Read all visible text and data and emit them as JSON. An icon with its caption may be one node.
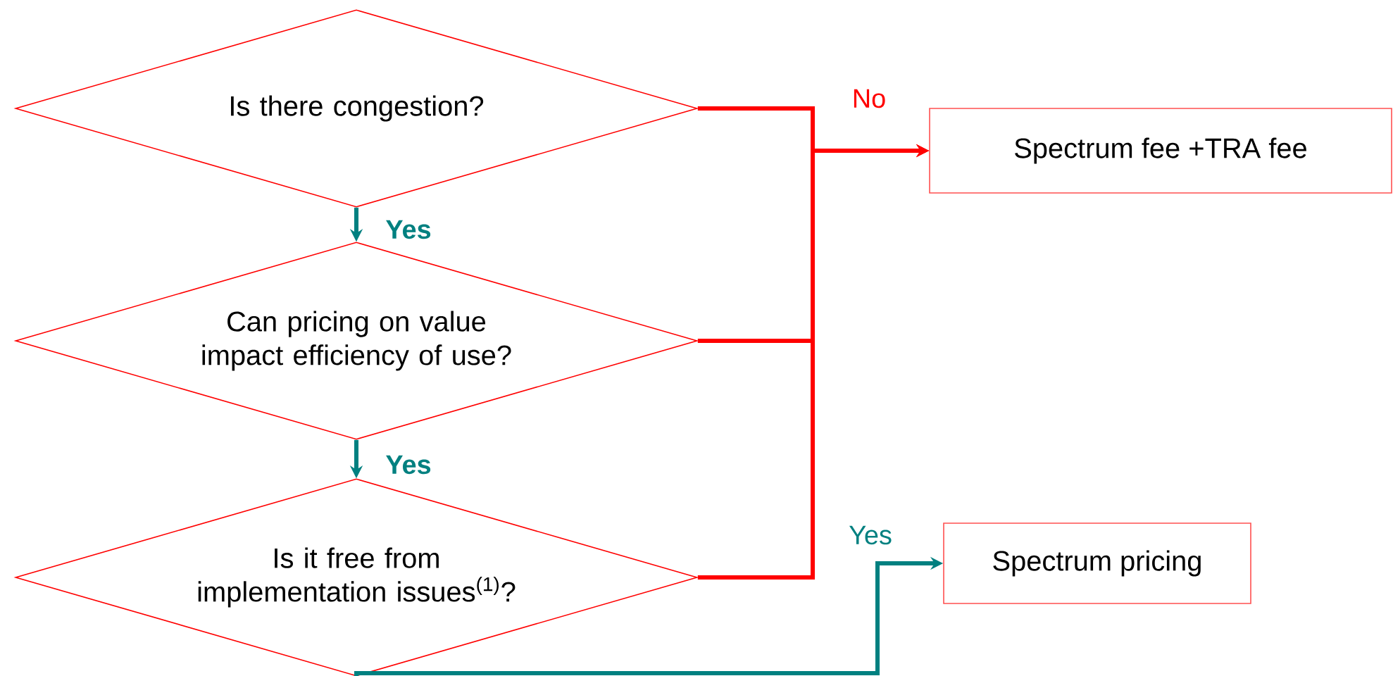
{
  "diagram": {
    "nodes": [
      {
        "text": [
          "Is there congestion?"
        ]
      },
      {
        "text": [
          "Can pricing on value impact efficiency of use?"
        ]
      },
      {
        "text": [
          "Is it free from implementation issues$^{(1)}$?"
        ]
      },
      {
        "text": [
          "Spectrum fee +TRA fee"
        ]
      },
      {
        "text": [
          "Spectrum pricing"
        ]
      }
    ],
    "edges": [
      {
        "from": 0,
        "to": 1,
        "arrow": "to",
        "label": "Yes",
        "color": "#008080"
      },
      {
        "from": 1,
        "to": 2,
        "arrow": "to",
        "label": "Yes",
        "color": "#008080"
      },
      {
        "from": 0,
        "to": 3,
        "arrow": "to",
        "label": "No",
        "color": "#ff0000"
      },
      {
        "from": 1,
        "to": 3,
        "arrow": "to",
        "color": "#ff0000"
      },
      {
        "from": 2,
        "to": 3,
        "arrow": "to",
        "color": "#ff0000"
      },
      {
        "from": 2,
        "to": 4,
        "arrow": "to",
        "label": "Yes",
        "color": "#008080"
      }
    ]
  }
}
